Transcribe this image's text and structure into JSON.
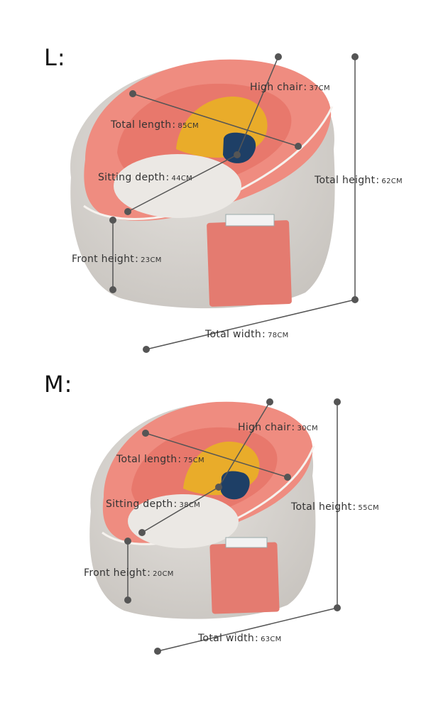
{
  "sizes": [
    {
      "title": "L:",
      "dims": {
        "high_chair": {
          "label": "High chair",
          "value": "37CM"
        },
        "total_length": {
          "label": "Total length",
          "value": "85CM"
        },
        "sitting_depth": {
          "label": "Sitting depth",
          "value": "44CM"
        },
        "total_height": {
          "label": "Total height",
          "value": "62CM"
        },
        "front_height": {
          "label": "Front height",
          "value": "23CM"
        },
        "total_width": {
          "label": "Total width",
          "value": "78CM"
        }
      }
    },
    {
      "title": "M:",
      "dims": {
        "high_chair": {
          "label": "High chair",
          "value": "30CM"
        },
        "total_length": {
          "label": "Total length",
          "value": "75CM"
        },
        "sitting_depth": {
          "label": "Sitting depth",
          "value": "38CM"
        },
        "total_height": {
          "label": "Total height",
          "value": "55CM"
        },
        "front_height": {
          "label": "Front height",
          "value": "20CM"
        },
        "total_width": {
          "label": "Total width",
          "value": "63CM"
        }
      }
    }
  ],
  "colors": {
    "fabric_grey": "#d6d3cf",
    "cushion_coral": "#ef8c80",
    "backrest_yellow": "#e9ac2a",
    "pillow_navy": "#1e3f66",
    "seat_white": "#ebe8e4",
    "pocket": "#e47b70",
    "line": "#555555"
  }
}
